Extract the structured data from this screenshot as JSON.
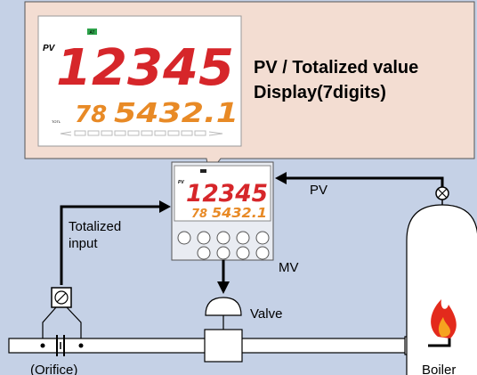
{
  "callout": {
    "title_line1": "PV / Totalized value",
    "title_line2": "Display(7digits)"
  },
  "display": {
    "pv_label": "PV",
    "pv_value": "12345",
    "sub_left": "78",
    "sub_value": "5432.1",
    "total_label": "TOTL",
    "badge": "AT"
  },
  "labels": {
    "pv": "PV",
    "totalized_line1": "Totalized",
    "totalized_line2": "input",
    "mv": "MV",
    "valve": "Valve",
    "orifice": "(Orifice)",
    "boiler": "Boiler"
  },
  "colors": {
    "background": "#c5d1e6",
    "callout_bg": "#f3ddd2",
    "digit_red": "#d6262a",
    "digit_orange": "#e88a26",
    "screen_bg": "#ffffff",
    "line": "#000000"
  }
}
